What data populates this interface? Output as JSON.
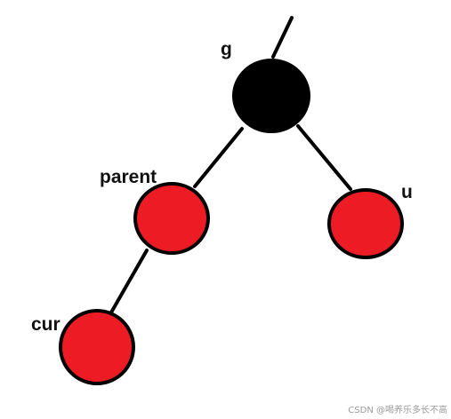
{
  "diagram": {
    "nodes": {
      "g": {
        "label": "g",
        "color": "#000000"
      },
      "parent": {
        "label": "parent",
        "color": "#ed1c24"
      },
      "u": {
        "label": "u",
        "color": "#ed1c24"
      },
      "cur": {
        "label": "cur",
        "color": "#ed1c24"
      }
    }
  },
  "watermark": "CSDN @喝养乐多长不高"
}
